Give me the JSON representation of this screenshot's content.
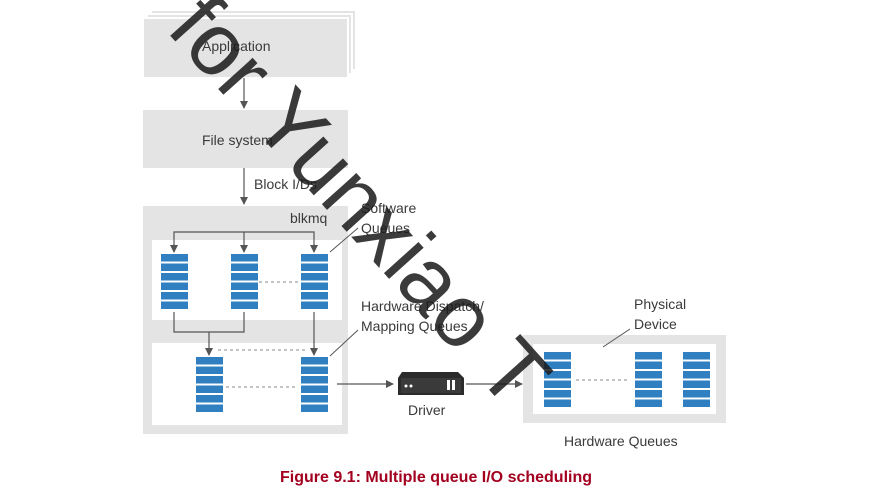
{
  "layers": {
    "application": "Application",
    "file_system": "File system",
    "block_ios": "Block I/Ds",
    "blkmq": "blkmq"
  },
  "labels": {
    "software_queues_line1": "Software",
    "software_queues_line2": "Queues",
    "hw_dispatch_line1": "Hardware Dispatch/",
    "hw_dispatch_line2": "Mapping Queues",
    "physical_line1": "Physical",
    "physical_line2": "Device",
    "driver": "Driver",
    "hardware_queues": "Hardware Queues"
  },
  "caption": "Figure 9.1: Multiple queue I/O scheduling",
  "watermark": "for Yunxiao T",
  "colors": {
    "layer_fill": "#e4e4e4",
    "queue_blue": "#2f7fc1",
    "caption_red": "#a3001f",
    "line": "#555555"
  }
}
